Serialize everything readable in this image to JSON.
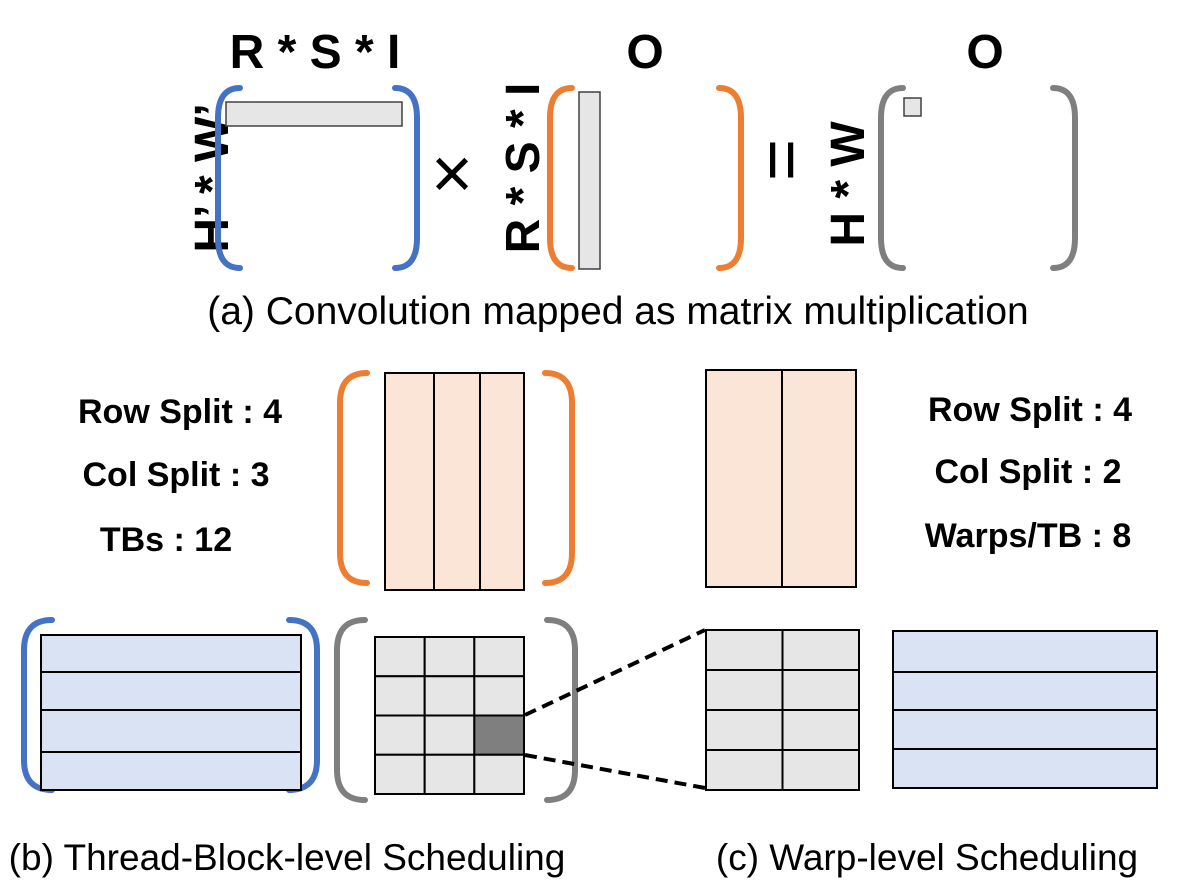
{
  "colors": {
    "blue": "#4472c4",
    "orange": "#ed7d31",
    "gray": "#7f7f7f",
    "cell_gray": "#e7e6e6",
    "cell_dark": "#7f7f7f",
    "orange_fill": "#fbe5d6",
    "blue_fill": "#dae3f3"
  },
  "part_a": {
    "input_cols_label": "R * S * I",
    "input_rows_label": "H’ * W’",
    "filter_cols_label": "O",
    "filter_rows_label": "R * S * I",
    "output_cols_label": "O",
    "output_rows_label": "H * W",
    "times_symbol": "×",
    "equals_symbol": "=",
    "caption": "(a) Convolution mapped as matrix multiplication"
  },
  "part_b": {
    "row_split": "Row Split : 4",
    "col_split": "Col Split : 3",
    "tbs": "TBs : 12",
    "row_split_value": 4,
    "col_split_value": 3,
    "highlighted_tile": {
      "row": 3,
      "col": 3
    },
    "caption": "(b) Thread-Block-level Scheduling"
  },
  "part_c": {
    "row_split": "Row Split : 4",
    "col_split": "Col Split : 2",
    "warps_per_tb": "Warps/TB : 8",
    "row_split_value": 4,
    "col_split_value": 2,
    "caption": "(c) Warp-level Scheduling"
  },
  "icons": {
    "bracket": "bracket-icon",
    "dashed_connector": "dashed-line-icon"
  }
}
